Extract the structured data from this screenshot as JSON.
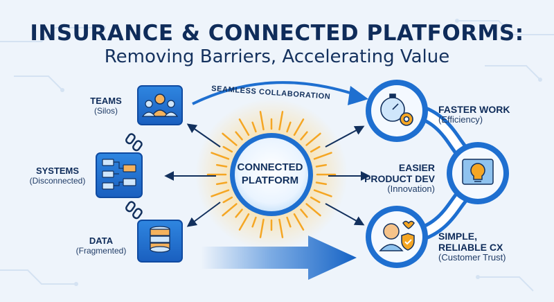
{
  "header": {
    "title": "INSURANCE & CONNECTED PLATFORMS:",
    "subtitle": "Removing Barriers, Accelerating Value"
  },
  "left_items": [
    {
      "label": "TEAMS",
      "sub": "(Silos)",
      "icon": "people-icon"
    },
    {
      "label": "SYSTEMS",
      "sub": "(Disconnected)",
      "icon": "flowchart-icon"
    },
    {
      "label": "DATA",
      "sub": "(Fragmented)",
      "icon": "database-icon"
    }
  ],
  "center": {
    "line1": "CONNECTED",
    "line2": "PLATFORM"
  },
  "arrow_label": "SEAMLESS COLLABORATION",
  "right_items": [
    {
      "line1": "FASTER WORK",
      "line2": "",
      "sub": "(Efficiency)",
      "icon": "stopwatch-gear-icon"
    },
    {
      "line1": "EASIER",
      "line2": "PRODUCT DEV",
      "sub": "(Innovation)",
      "icon": "lightbulb-blueprint-icon"
    },
    {
      "line1": "SIMPLE,",
      "line2": "RELIABLE CX",
      "sub": "(Customer Trust)",
      "icon": "customer-shield-icon"
    }
  ],
  "colors": {
    "navy": "#0f2c5a",
    "blue": "#1e6fd0",
    "light_blue": "#8fc3ef",
    "sun_orange": "#f5a623",
    "background": "#eef4fb"
  }
}
